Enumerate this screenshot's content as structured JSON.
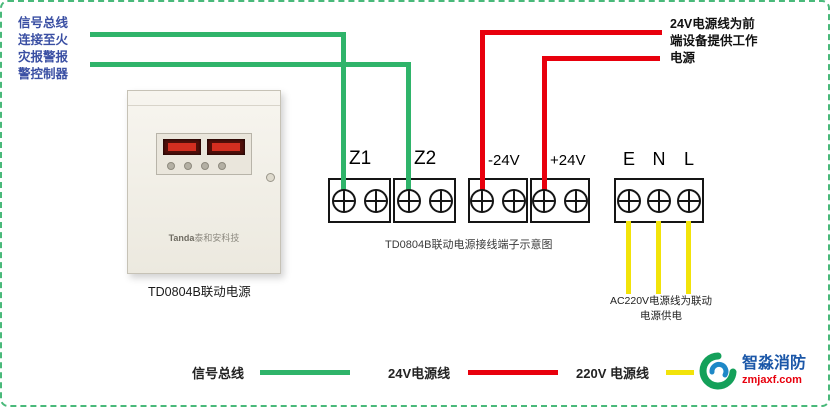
{
  "diagram": {
    "caption": "TD0804B联动电源接线端子示意图",
    "device_label": "TD0804B联动电源",
    "brand": "Tanda",
    "brand_company": "泰和安科技"
  },
  "notes": {
    "signal_note_lines": [
      "信号总线",
      "连接至火",
      "灾报警报",
      "警控制器"
    ],
    "power24_note_lines": [
      "24V电源线为前",
      "端设备提供工作",
      "电源"
    ],
    "ac220_note_lines": [
      "AC220V电源线为联动",
      "电源供电"
    ]
  },
  "terminals": {
    "z1": "Z1",
    "z2": "Z2",
    "neg24": "-24V",
    "pos24": "+24V",
    "e": "E",
    "n": "N",
    "l": "L"
  },
  "legend": {
    "items": [
      {
        "label": "信号总线",
        "color": "#2fb46a"
      },
      {
        "label": "24V电源线",
        "color": "#e8000d"
      },
      {
        "label": "220V 电源线",
        "color": "#f2e30a"
      }
    ]
  },
  "logo": {
    "name": "智淼消防",
    "site": "zmjaxf.com"
  },
  "colors": {
    "signal_wire": "#2fb46a",
    "dc24_wire": "#e8000d",
    "ac220_wire": "#f2e30a",
    "frame_border": "#49b97a",
    "note_blue": "#3a4fa3"
  }
}
